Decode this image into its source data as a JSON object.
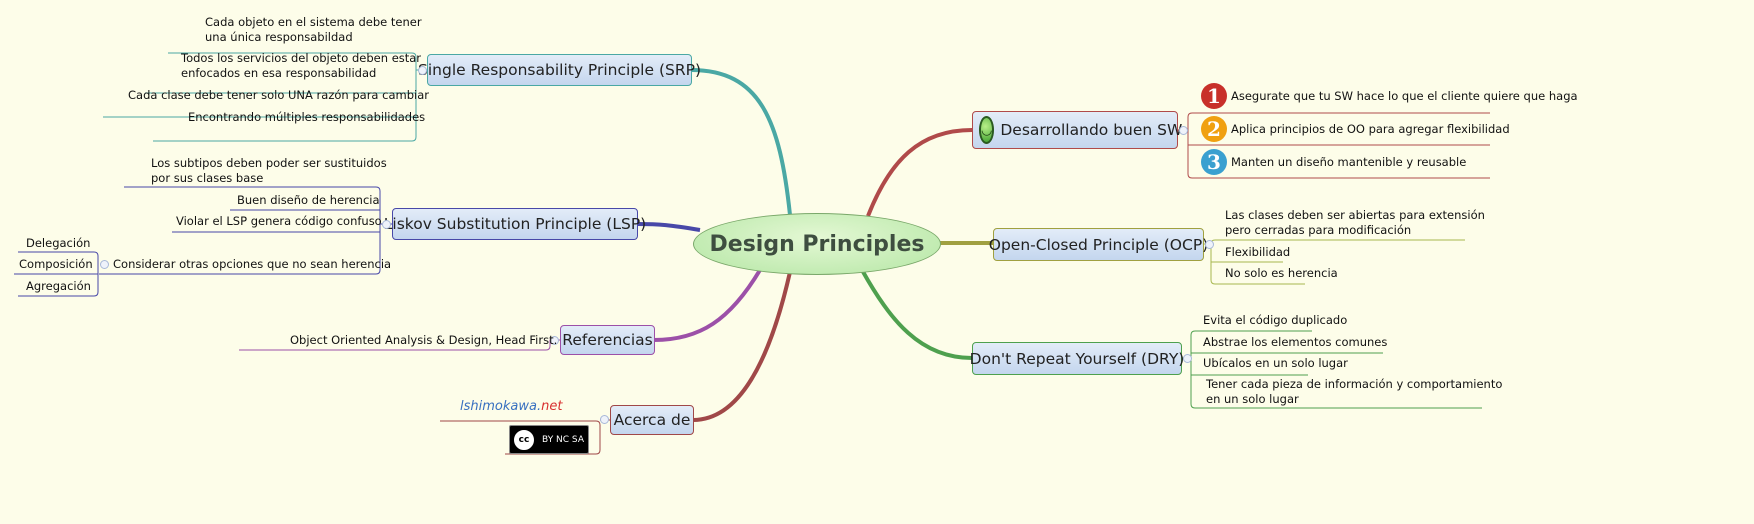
{
  "center": {
    "title": "Design Principles"
  },
  "branches": {
    "srp": {
      "title": "Single Responsability Principle (SRP)",
      "color": "#4aa8a4",
      "items": [
        "Cada objeto en el sistema debe tener",
        "una única responsabildad",
        "Todos los servicios del objeto deben estar",
        "enfocados en esa responsabilidad",
        "Cada clase debe tener solo UNA razón para cambiar",
        "Encontrando múltiples responsabilidades"
      ]
    },
    "lsp": {
      "title": "Liskov Substitution Principle (LSP)",
      "color": "#4848a8",
      "items": [
        "Los subtipos deben poder ser sustituidos",
        "por sus clases base",
        "Buen diseño de herencia",
        "Violar el LSP genera código confuso",
        "Considerar otras opciones que no sean herencia"
      ],
      "sub": [
        "Delegación",
        "Composición",
        "Agregación"
      ]
    },
    "ref": {
      "title": "Referencias",
      "color": "#9c50a8",
      "items": [
        "Object Oriented Analysis & Design, Head First."
      ]
    },
    "about": {
      "title": "Acerca de",
      "color": "#a04848",
      "logo": "lshimokawa.net",
      "license": "cc BY NC SA"
    },
    "dev": {
      "title": "Desarrollando buen SW",
      "color": "#b04a4a",
      "icon": "smiley-icon",
      "items": [
        "Asegurate que tu SW hace lo que el cliente quiere que haga",
        "Aplica principios de OO para agregar flexibilidad",
        "Manten un diseño mantenible y reusable"
      ],
      "numbers": [
        "1",
        "2",
        "3"
      ],
      "number_colors": [
        "#c8302a",
        "#f0a010",
        "#3aa0d0"
      ]
    },
    "ocp": {
      "title": "Open-Closed Principle (OCP)",
      "color": "#a0a040",
      "items": [
        "Las clases deben ser abiertas para extensión",
        "pero cerradas para modificación",
        "Flexibilidad",
        "No solo es herencia"
      ]
    },
    "dry": {
      "title": "Don't Repeat Yourself (DRY)",
      "color": "#4ea04e",
      "items": [
        "Evita el código duplicado",
        "Abstrae los elementos comunes",
        "Ubícalos en un solo lugar",
        "Tener cada pieza de información y comportamiento",
        "en un solo lugar"
      ]
    }
  }
}
